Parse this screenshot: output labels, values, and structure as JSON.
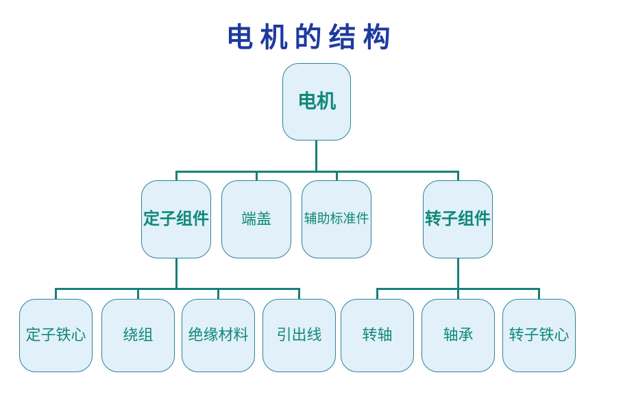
{
  "title": "电机的结构",
  "colors": {
    "title-color": "#1e3a9f",
    "node-fill": "#e1f0f9",
    "node-border": "#2e8296",
    "node-text": "#0f8878",
    "connector": "#15807a",
    "background": "#ffffff"
  },
  "tree": {
    "root": {
      "label": "电机",
      "children": [
        {
          "label": "定子组件",
          "emphasis": true,
          "children": [
            {
              "label": "定子铁心"
            },
            {
              "label": "绕组"
            },
            {
              "label": "绝缘材料"
            },
            {
              "label": "引出线"
            }
          ]
        },
        {
          "label": "端盖"
        },
        {
          "label": "辅助标准件"
        },
        {
          "label": "转子组件",
          "emphasis": true,
          "children": [
            {
              "label": "转轴"
            },
            {
              "label": "轴承"
            },
            {
              "label": "转子铁心"
            }
          ]
        }
      ]
    }
  }
}
